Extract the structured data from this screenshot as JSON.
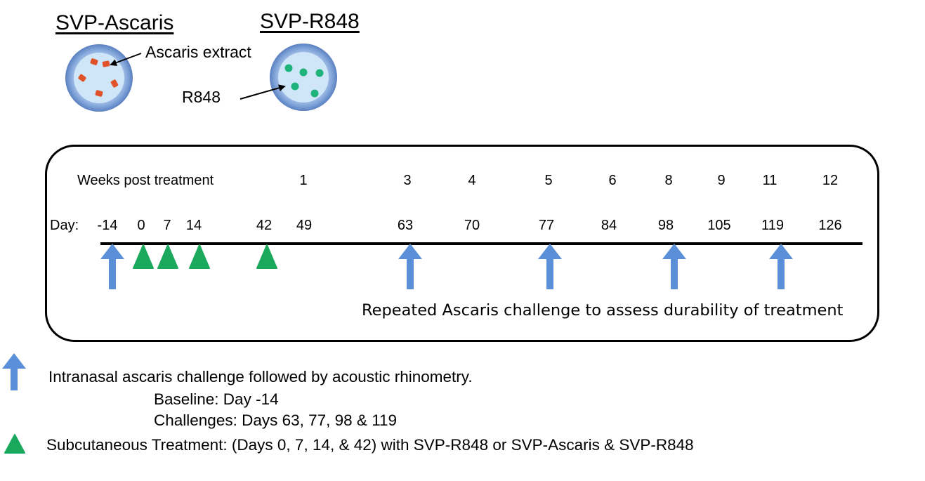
{
  "particles": {
    "left": {
      "title": "SVP-Ascaris",
      "label": "Ascaris extract",
      "dot_color": "#e0532a"
    },
    "right": {
      "title": "SVP-R848",
      "label": "R848",
      "dot_color": "#1db37a"
    },
    "shell_color": "#7a9fd6",
    "core_color": "#cfe6f8"
  },
  "timeline": {
    "weeks_label": "Weeks post treatment",
    "day_label": "Day:",
    "weeks": [
      {
        "day": 49,
        "label": "1"
      },
      {
        "day": 63,
        "label": "3"
      },
      {
        "day": 70,
        "label": "4"
      },
      {
        "day": 77,
        "label": "5"
      },
      {
        "day": 84,
        "label": "6"
      },
      {
        "day": 98,
        "label": "8"
      },
      {
        "day": 105,
        "label": "9"
      },
      {
        "day": 119,
        "label": "11"
      },
      {
        "day": 126,
        "label": "12"
      }
    ],
    "days": [
      "-14",
      "0",
      "7",
      "14",
      "42",
      "49",
      "63",
      "70",
      "77",
      "84",
      "98",
      "105",
      "119",
      "126"
    ],
    "challenge_days": [
      -14,
      63,
      77,
      98,
      119
    ],
    "treatment_days": [
      0,
      7,
      14,
      42
    ],
    "caption": "Repeated Ascaris challenge to assess durability of treatment",
    "arrow_color": "#5b8fd8",
    "triangle_color": "#1aa85c"
  },
  "legend": {
    "challenge_text": "Intranasal ascaris challenge followed by acoustic rhinometry.",
    "baseline_text": "Baseline: Day -14",
    "challenges_text": "Challenges:  Days 63, 77, 98 & 119",
    "treatment_text": "Subcutaneous Treatment: (Days 0, 7, 14, & 42) with SVP-R848 or SVP-Ascaris & SVP-R848"
  }
}
